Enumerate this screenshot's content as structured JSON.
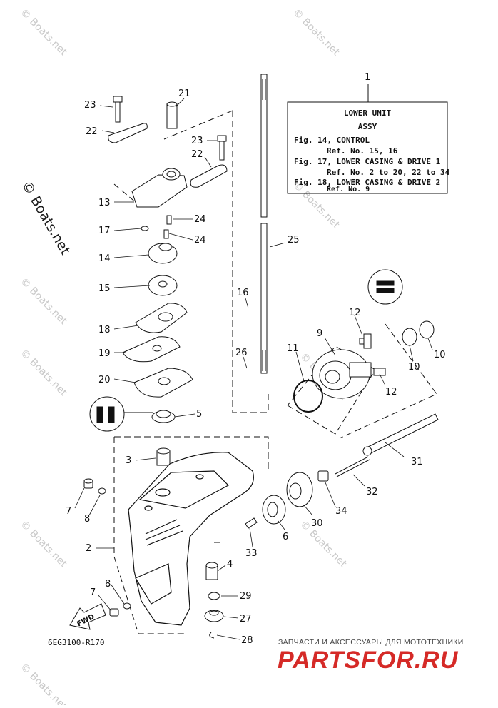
{
  "watermark": {
    "main": "© Boats.net",
    "small": "© Boats.net"
  },
  "info_box": {
    "ref_number": "1",
    "title": "LOWER UNIT",
    "subtitle": "ASSY",
    "lines": [
      "Fig. 14, CONTROL",
      "Ref. No. 15, 16",
      "Fig. 17, LOWER CASING & DRIVE 1",
      "Ref. No. 2 to 20, 22 to 34",
      "Fig. 18, LOWER CASING & DRIVE 2",
      "Ref. No. 9"
    ]
  },
  "part_labels": {
    "p1": "1",
    "p2": "2",
    "p3": "3",
    "p4": "4",
    "p5": "5",
    "p6": "6",
    "p7a": "7",
    "p7b": "7",
    "p8a": "8",
    "p8b": "8",
    "p9": "9",
    "p10a": "10",
    "p10b": "10",
    "p11": "11",
    "p12a": "12",
    "p12b": "12",
    "p13": "13",
    "p14": "14",
    "p15": "15",
    "p16": "16",
    "p17": "17",
    "p18": "18",
    "p19": "19",
    "p20": "20",
    "p21": "21",
    "p22a": "22",
    "p22b": "22",
    "p23a": "23",
    "p23b": "23",
    "p24a": "24",
    "p24b": "24",
    "p25": "25",
    "p26": "26",
    "p27": "27",
    "p28": "28",
    "p29": "29",
    "p30": "30",
    "p31": "31",
    "p32": "32",
    "p33": "33",
    "p34": "34"
  },
  "fwd_label": "FWD",
  "diagram_code": "6EG3100-R170",
  "branding": {
    "tagline": "ЗАПЧАСТИ И АКСЕССУАРЫ ДЛЯ МОТОТЕХНИКИ",
    "site": "PARTSFOR.RU"
  }
}
